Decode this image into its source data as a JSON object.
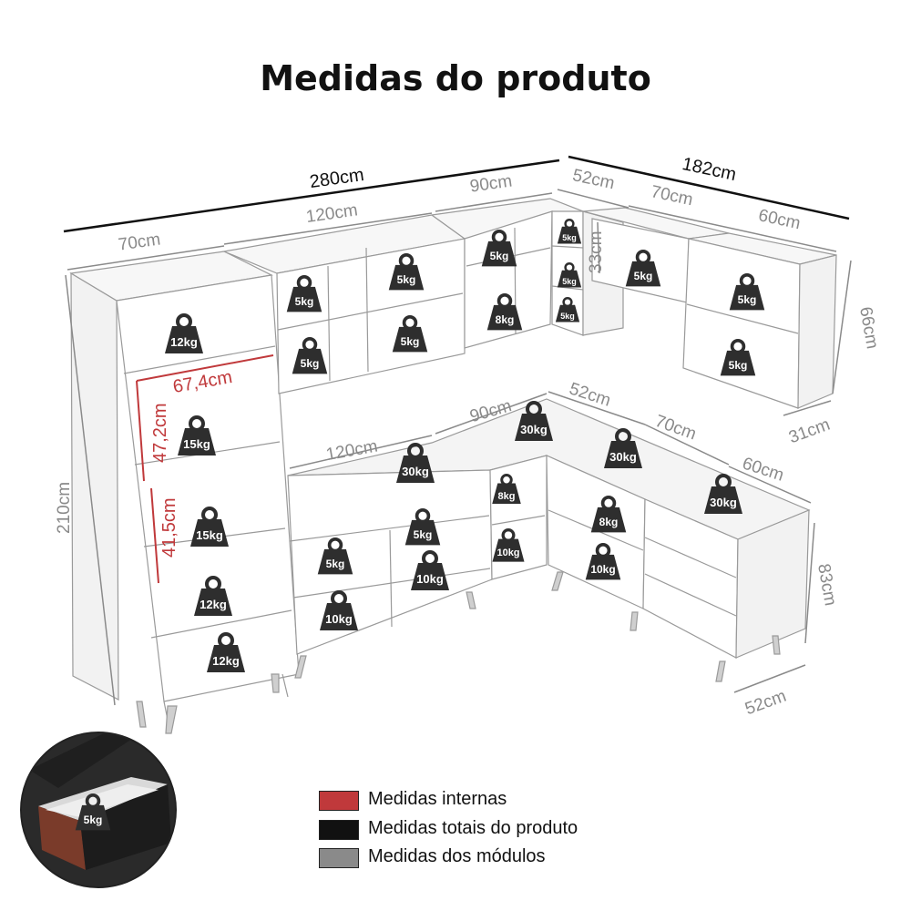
{
  "title": "Medidas do produto",
  "colors": {
    "internal": "#c0393b",
    "total": "#111111",
    "module": "#8a8a8a",
    "weight_badge": "#2e2e2e"
  },
  "dimensions": {
    "total_width": "280cm",
    "total_side": "182cm",
    "left_tower_width": "70cm",
    "upper_middle_width": "120cm",
    "upper_corner_width": "90cm",
    "upper_small_width": "52cm",
    "upper_small_height": "33cm",
    "upper_70_width": "70cm",
    "upper_60_width": "60cm",
    "upper_height": "66cm",
    "upper_depth": "31cm",
    "tower_height": "210cm",
    "internal_width": "67,4cm",
    "internal_height_1": "47,2cm",
    "internal_height_2": "41,5cm",
    "lower_middle_width": "120cm",
    "lower_corner_width": "90cm",
    "lower_52_width": "52cm",
    "lower_70_width": "70cm",
    "lower_60_width": "60cm",
    "lower_height": "83cm",
    "lower_depth": "52cm"
  },
  "weights": {
    "tower_1": "12kg",
    "tower_2": "15kg",
    "tower_3": "15kg",
    "tower_4": "12kg",
    "tower_5": "12kg",
    "upper_a1": "5kg",
    "upper_a2": "5kg",
    "upper_b1": "5kg",
    "upper_b2": "5kg",
    "upper_c1": "5kg",
    "upper_c2": "8kg",
    "upper_d1": "5kg",
    "upper_d2": "5kg",
    "upper_d3": "5kg",
    "upper_e1": "5kg",
    "upper_f1": "5kg",
    "upper_f2": "5kg",
    "lower_top_1": "30kg",
    "lower_top_2": "30kg",
    "lower_top_3": "30kg",
    "lower_top_4": "30kg",
    "lower_a1": "5kg",
    "lower_a2": "5kg",
    "lower_a3": "10kg",
    "lower_a4": "10kg",
    "lower_b1": "8kg",
    "lower_b2": "10kg",
    "lower_c1": "8kg",
    "lower_c2": "10kg",
    "drawer": "5kg"
  },
  "legend": [
    {
      "label": "Medidas internas",
      "color": "#c0393b"
    },
    {
      "label": "Medidas totais do produto",
      "color": "#111111"
    },
    {
      "label": "Medidas dos módulos",
      "color": "#8a8a8a"
    }
  ]
}
